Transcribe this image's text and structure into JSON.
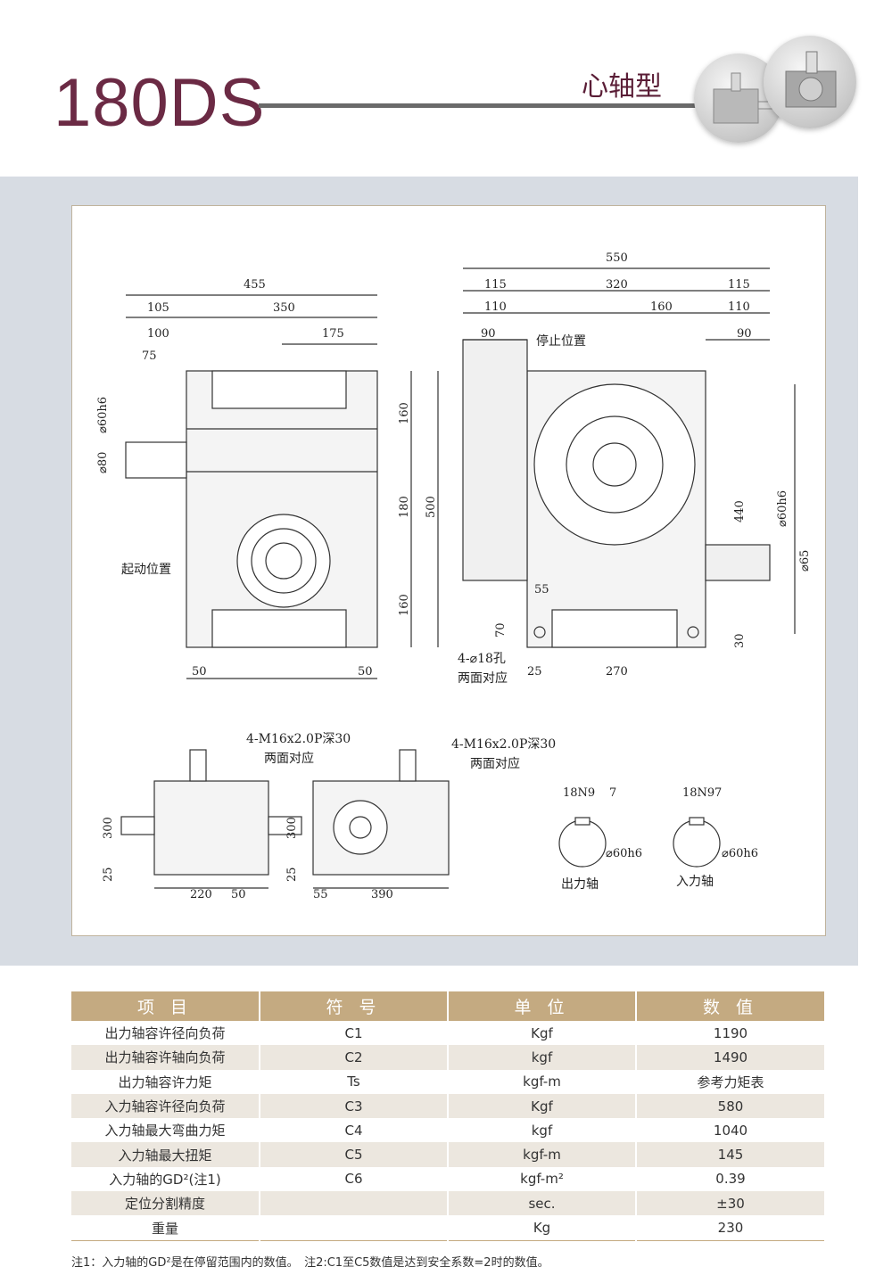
{
  "header": {
    "model": "180DS",
    "type_label": "心轴型"
  },
  "drawing": {
    "front_view": {
      "dims": [
        "455",
        "105",
        "350",
        "100",
        "175",
        "75",
        "⌀60h6",
        "⌀80",
        "160",
        "180",
        "500",
        "160",
        "50",
        "50"
      ],
      "label_start": "起动位置"
    },
    "side_view": {
      "dims": [
        "550",
        "115",
        "320",
        "115",
        "110",
        "160",
        "110",
        "90",
        "90",
        "440",
        "⌀60h6",
        "⌀65",
        "55",
        "70",
        "30",
        "25",
        "270"
      ],
      "label_stop": "停止位置",
      "label_holes": "4-⌀18孔",
      "label_holes_sub": "两面对应"
    },
    "top_view_a": {
      "note": "4-M16x2.0P深30",
      "note_sub": "两面对应",
      "dims": [
        "300",
        "25",
        "220",
        "50"
      ]
    },
    "top_view_b": {
      "note": "4-M16x2.0P深30",
      "note_sub": "两面对应",
      "dims": [
        "300",
        "25",
        "55",
        "390"
      ]
    },
    "shaft_out": {
      "key": "18N9",
      "depth": "7",
      "dia": "⌀60h6",
      "label": "出力轴"
    },
    "shaft_in": {
      "key": "18N9",
      "depth": "7",
      "dia": "⌀60h6",
      "label": "入力轴"
    }
  },
  "table": {
    "headers": [
      "项 目",
      "符 号",
      "单 位",
      "数 值"
    ],
    "rows": [
      {
        "item": "出力轴容许径向负荷",
        "symbol": "C1",
        "unit": "Kgf",
        "value": "1190"
      },
      {
        "item": "出力轴容许轴向负荷",
        "symbol": "C2",
        "unit": "kgf",
        "value": "1490"
      },
      {
        "item": "出力轴容许力矩",
        "symbol": "Ts",
        "unit": "kgf-m",
        "value": "参考力矩表"
      },
      {
        "item": "入力轴容许径向负荷",
        "symbol": "C3",
        "unit": "Kgf",
        "value": "580"
      },
      {
        "item": "入力轴最大弯曲力矩",
        "symbol": "C4",
        "unit": "kgf",
        "value": "1040"
      },
      {
        "item": "入力轴最大扭矩",
        "symbol": "C5",
        "unit": "kgf-m",
        "value": "145"
      },
      {
        "item": "入力轴的GD²(注1)",
        "symbol": "C6",
        "unit": "kgf-m²",
        "value": "0.39"
      },
      {
        "item": "定位分割精度",
        "symbol": "",
        "unit": "sec.",
        "value": "±30"
      },
      {
        "item": "重量",
        "symbol": "",
        "unit": "Kg",
        "value": "230"
      }
    ]
  },
  "footnote": "注1：入力轴的GD²是在停留范围内的数值。　注2:C1至C5数值是达到安全系数=2时的数值。"
}
